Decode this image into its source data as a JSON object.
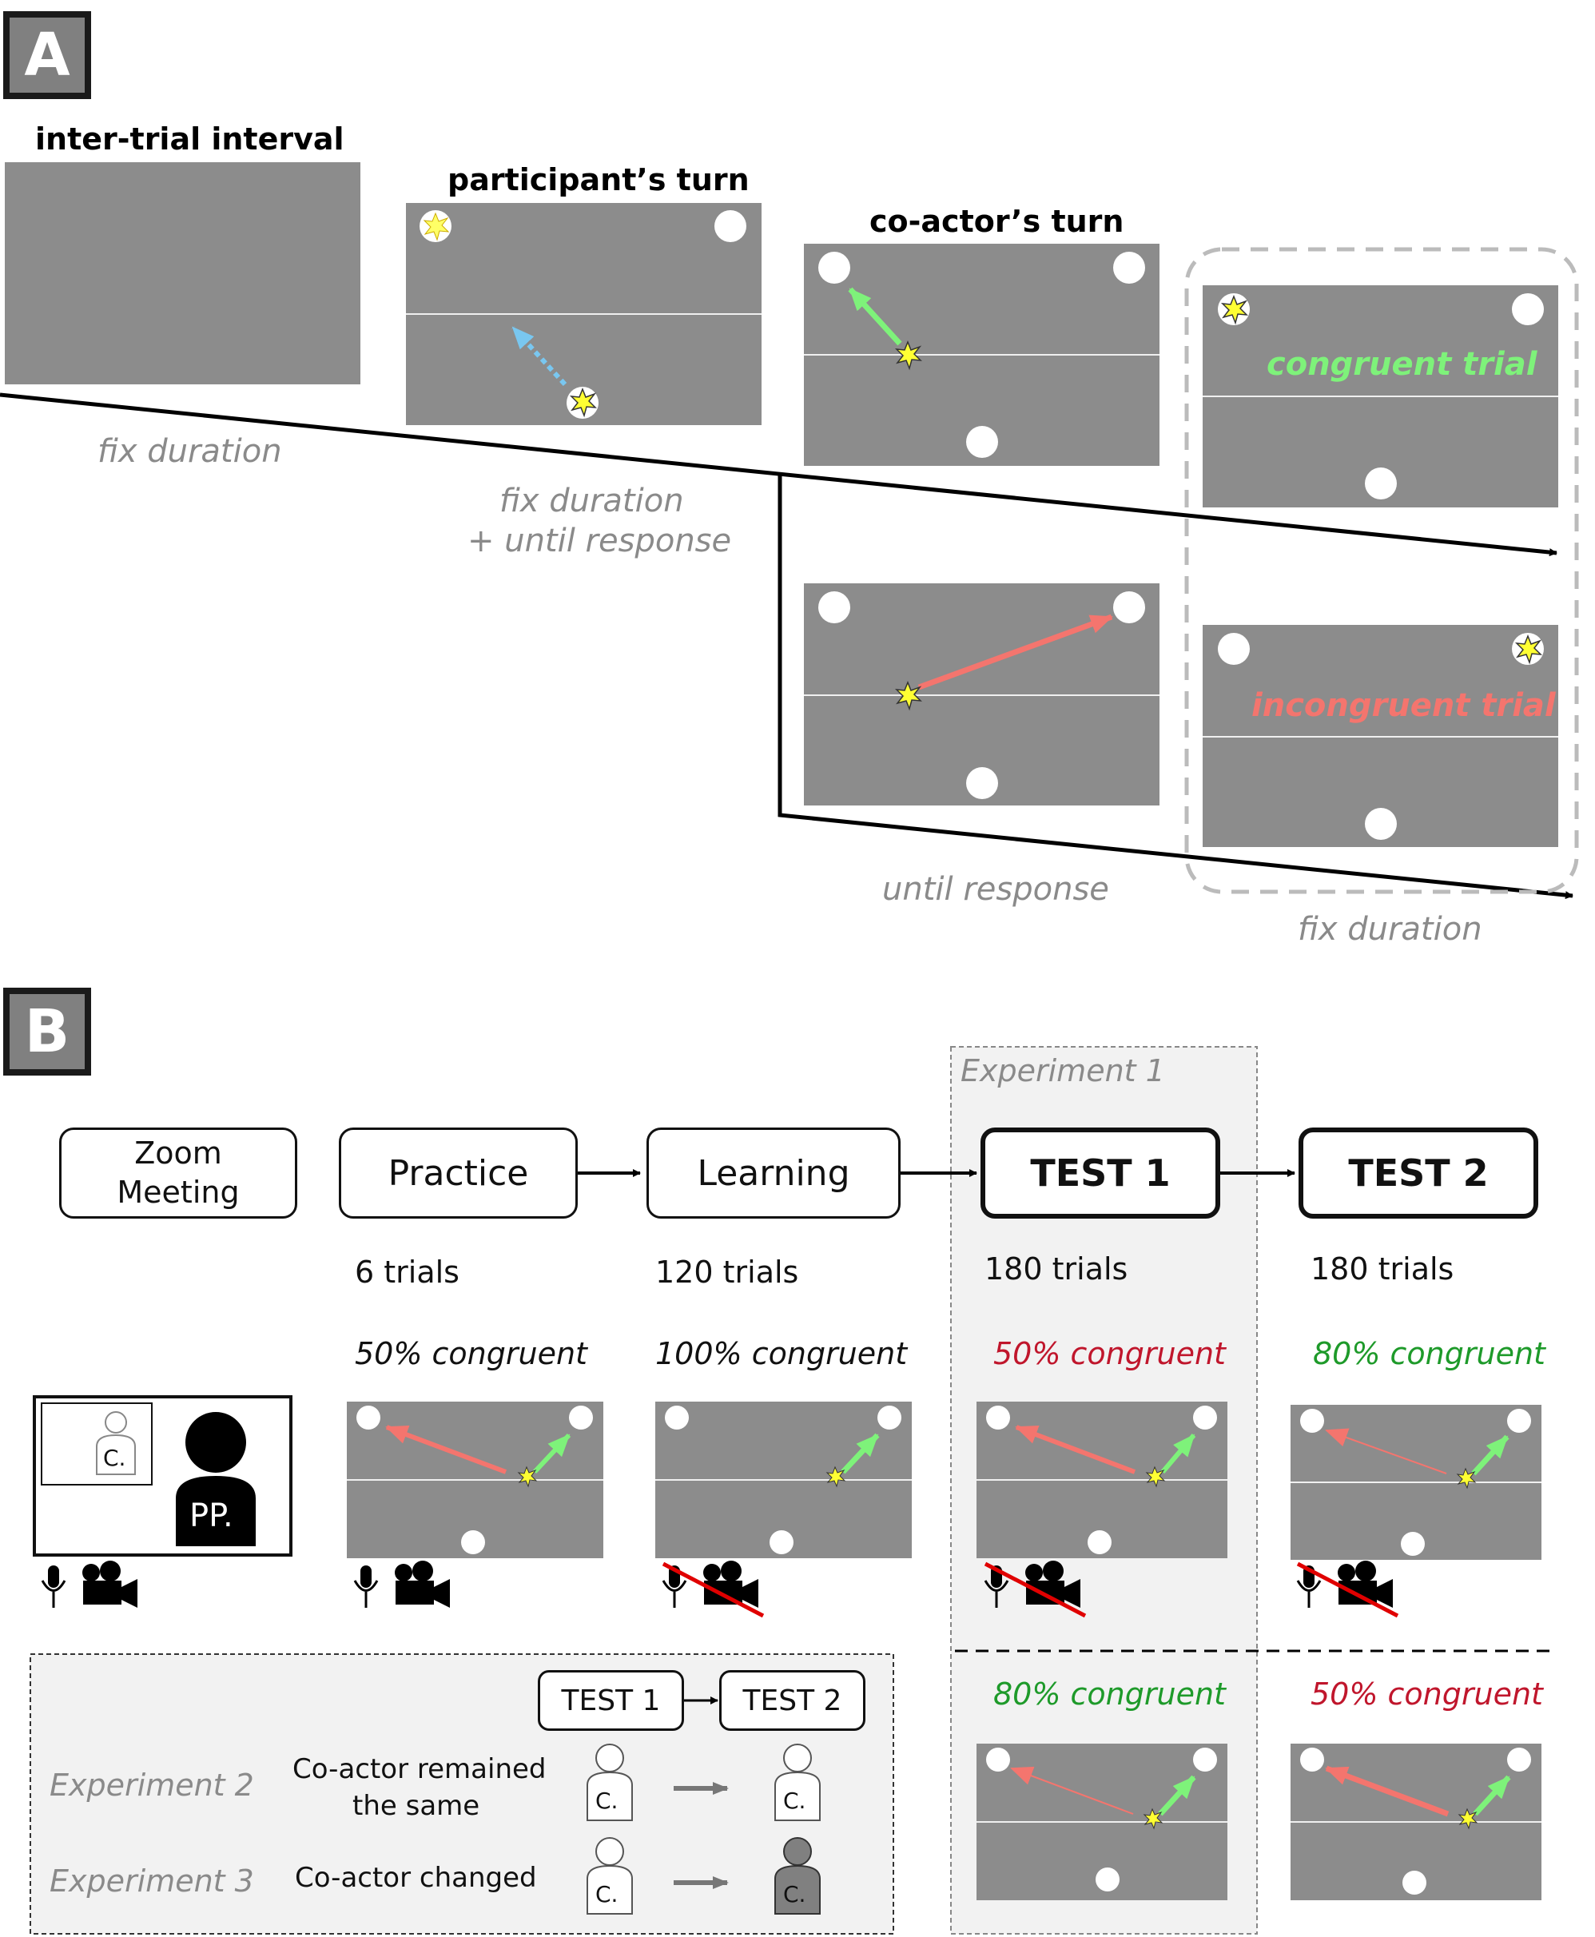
{
  "panelA": {
    "badge": "A",
    "stages": {
      "iti": "inter-trial interval",
      "participant": "participant’s turn",
      "coactor": "co-actor’s turn"
    },
    "durations": {
      "fix1": "fix duration",
      "fix_until_line1": "fix duration",
      "fix_until_line2": "+ until response",
      "until": "until response",
      "fix2": "fix duration"
    },
    "outcomes": {
      "congruent": "congruent trial",
      "incongruent": "incongruent trial"
    },
    "colors": {
      "screen": "#8c8c8c",
      "congruent": "#7ef27a",
      "incongruent": "#f4756e",
      "participant_arrow": "#79c7f0",
      "star": "#ffff33"
    }
  },
  "panelB": {
    "badge": "B",
    "experiment1_label": "Experiment 1",
    "phases": {
      "zoom_line1": "Zoom",
      "zoom_line2": "Meeting",
      "practice": "Practice",
      "learning": "Learning",
      "test1": "TEST 1",
      "test2": "TEST 2"
    },
    "trials": {
      "practice": "6 trials",
      "learning": "120 trials",
      "test1": "180 trials",
      "test2": "180 trials"
    },
    "congruency_exp1": {
      "practice": "50% congruent",
      "learning": "100% congruent",
      "test1": "50% congruent",
      "test2": "80% congruent"
    },
    "congruency_exp23": {
      "test1": "80% congruent",
      "test2": "50% congruent"
    },
    "zoom_avatars": {
      "coactor": "C.",
      "participant": "PP."
    },
    "legend": {
      "test1": "TEST 1",
      "test2": "TEST 2",
      "exp2_name": "Experiment 2",
      "exp2_desc_line1": "Co-actor remained",
      "exp2_desc_line2": "the same",
      "exp3_name": "Experiment 3",
      "exp3_desc": "Co-actor changed",
      "avatar_label": "C."
    },
    "colors": {
      "red_text": "#c0162c",
      "green_text": "#1e9a2a"
    }
  }
}
